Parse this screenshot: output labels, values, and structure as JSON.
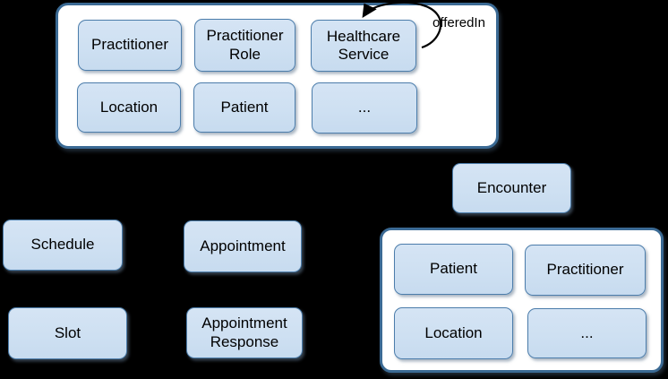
{
  "colors": {
    "background": "#000000",
    "container_fill": "#FFFFFF",
    "container_border": "#3B6A94",
    "box_fill": "#CEE0F2",
    "box_border": "#4C7DAB",
    "text": "#000000",
    "arrow": "#000000"
  },
  "loop": {
    "label": "offeredIn"
  },
  "nodes": {
    "top_practitioner": {
      "label": "Practitioner"
    },
    "top_practitioner_role": {
      "label": "Practitioner\nRole"
    },
    "top_healthcare_service": {
      "label": "Healthcare\nService"
    },
    "top_location": {
      "label": "Location"
    },
    "top_patient": {
      "label": "Patient"
    },
    "top_more": {
      "label": "..."
    },
    "encounter": {
      "label": "Encounter"
    },
    "schedule": {
      "label": "Schedule"
    },
    "appointment": {
      "label": "Appointment"
    },
    "slot": {
      "label": "Slot"
    },
    "appointment_response": {
      "label": "Appointment\nResponse"
    },
    "encounter_patient": {
      "label": "Patient"
    },
    "encounter_practitioner": {
      "label": "Practitioner"
    },
    "encounter_location": {
      "label": "Location"
    },
    "encounter_more": {
      "label": "..."
    }
  }
}
